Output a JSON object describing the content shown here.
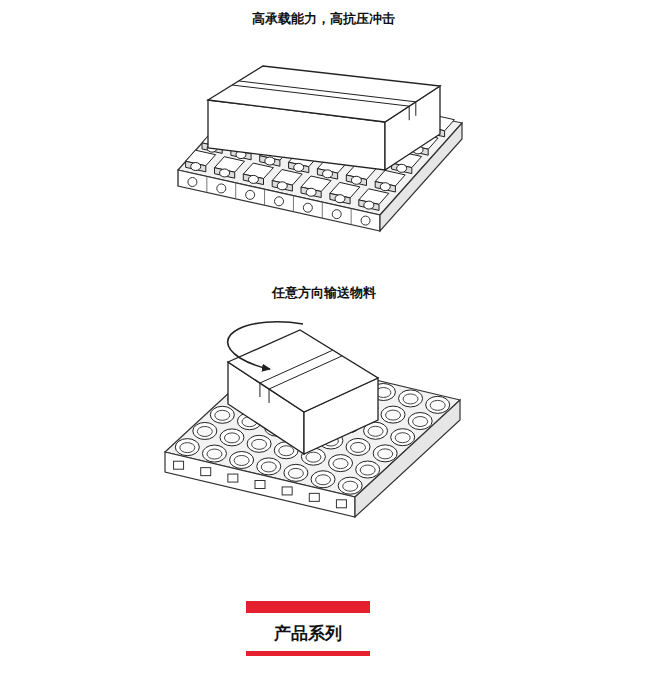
{
  "diagram": {
    "labels": [
      "高承载能力，高抗压冲击",
      "任意方向输送物料",
      "产品系列"
    ]
  }
}
